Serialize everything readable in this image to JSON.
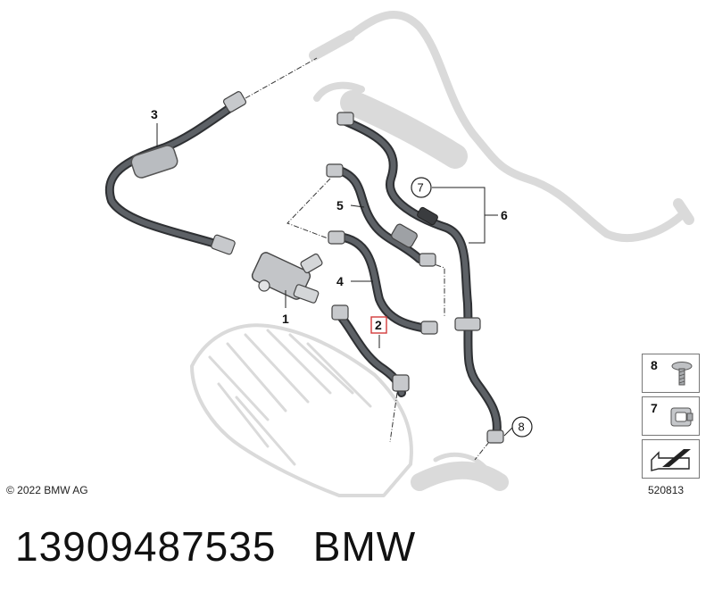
{
  "callouts": {
    "part_1": "1",
    "part_2": "2",
    "part_3": "3",
    "part_4": "4",
    "part_5": "5",
    "part_6": "6",
    "circle_7": "7",
    "circle_8": "8"
  },
  "legend": [
    {
      "number": "8",
      "icon": "bolt-icon"
    },
    {
      "number": "7",
      "icon": "clip-icon"
    },
    {
      "number": "",
      "icon": "arrow-icon"
    }
  ],
  "copyright": "© 2022 BMW AG",
  "diagram_id": "520813",
  "footer": {
    "part_number": "13909487535",
    "brand": "BMW"
  },
  "colors": {
    "hose": "#4a4d52",
    "ghost": "#d9d9d9",
    "highlight": "#d23b3b"
  }
}
